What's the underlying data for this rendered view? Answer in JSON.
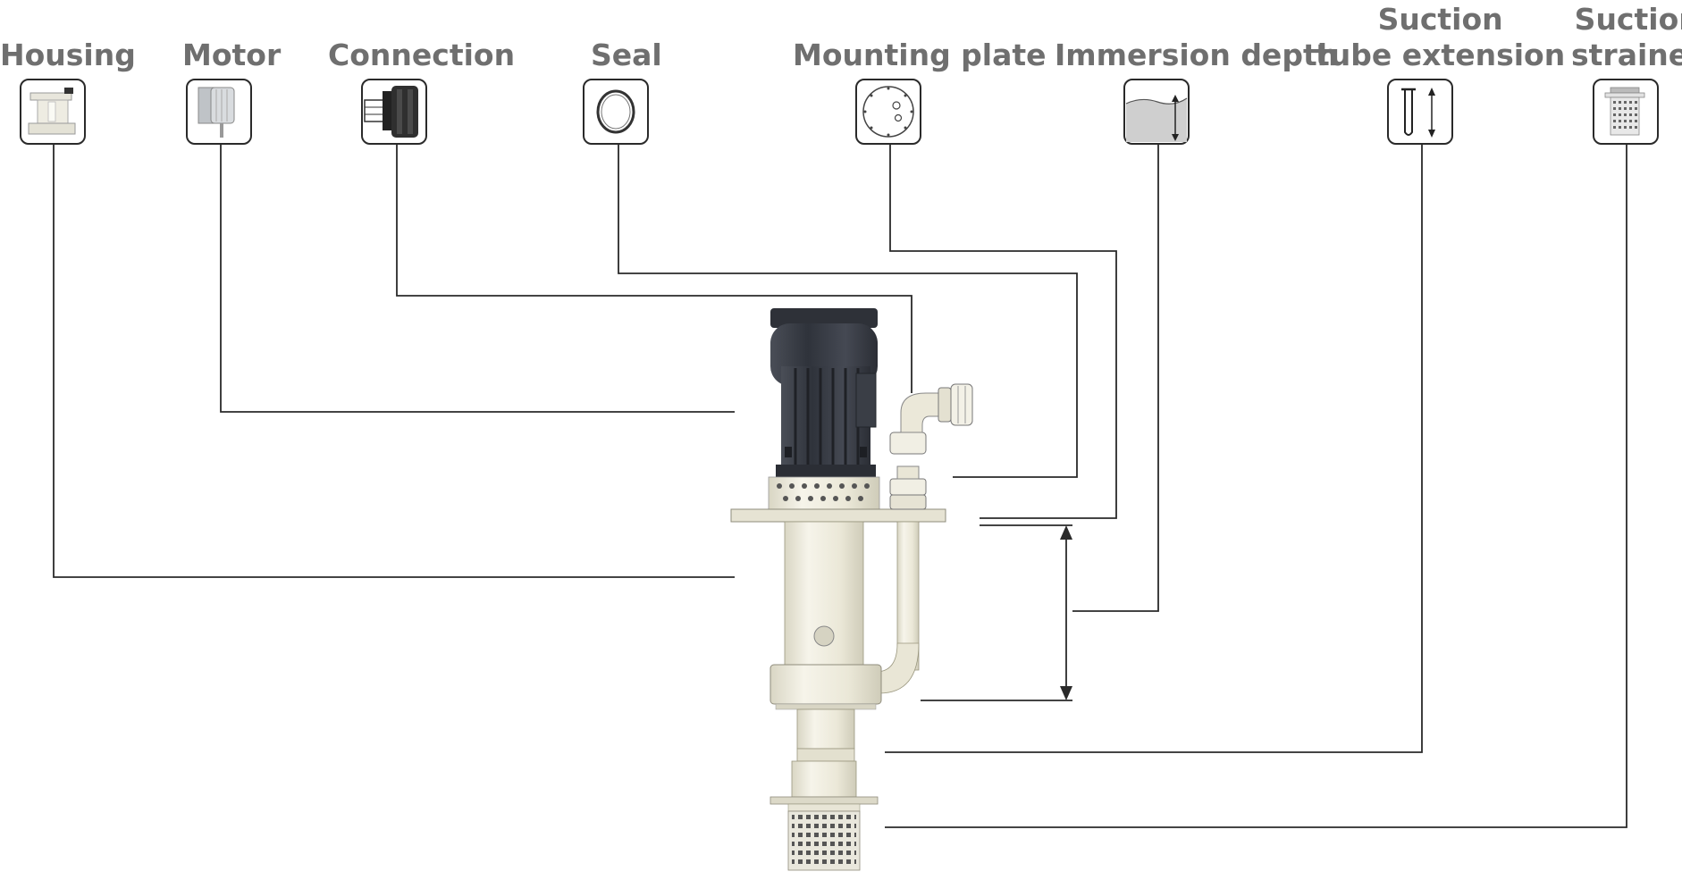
{
  "components": [
    {
      "id": "housing",
      "label": "Housing",
      "icon": "housing-icon"
    },
    {
      "id": "motor",
      "label": "Motor",
      "icon": "motor-icon"
    },
    {
      "id": "connection",
      "label": "Connection",
      "icon": "connection-icon"
    },
    {
      "id": "seal",
      "label": "Seal",
      "icon": "seal-icon"
    },
    {
      "id": "mounting_plate",
      "label": "Mounting plate",
      "icon": "mounting-plate-icon"
    },
    {
      "id": "immersion_depth",
      "label": "Immersion depth",
      "icon": "immersion-depth-icon"
    },
    {
      "id": "suction_tube",
      "label_line1": "Suction",
      "label_line2": "tube extension",
      "icon": "suction-tube-icon"
    },
    {
      "id": "suction_strainer",
      "label_line1": "Suction",
      "label_line2": "strainer",
      "icon": "suction-strainer-icon"
    }
  ],
  "colors": {
    "label": "#6f6f6f",
    "line": "#2a2a2a",
    "pump_body": "#ece9d9",
    "motor": "#3b3f47"
  }
}
